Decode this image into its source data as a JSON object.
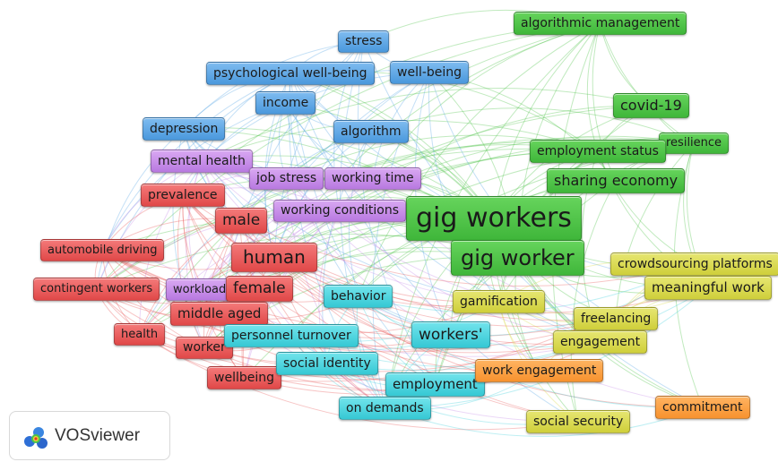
{
  "colors": {
    "green": "#4cc447",
    "blue": "#5aa6e6",
    "purple": "#c58be8",
    "red": "#e85a5a",
    "cyan": "#46d2dc",
    "yellow": "#dada4a",
    "orange": "#fba040"
  },
  "logo": {
    "text": "VOSviewer",
    "icon": "vosviewer-heatmap-icon"
  },
  "nodes": [
    {
      "id": "algorithmic_management",
      "label": "algorithmic management",
      "cluster": "green"
    },
    {
      "id": "covid19",
      "label": "covid-19",
      "cluster": "green"
    },
    {
      "id": "resilience",
      "label": "resilience",
      "cluster": "green"
    },
    {
      "id": "employment_status",
      "label": "employment status",
      "cluster": "green"
    },
    {
      "id": "sharing_economy",
      "label": "sharing economy",
      "cluster": "green"
    },
    {
      "id": "gig_workers",
      "label": "gig workers",
      "cluster": "green"
    },
    {
      "id": "gig_worker",
      "label": "gig worker",
      "cluster": "green"
    },
    {
      "id": "stress",
      "label": "stress",
      "cluster": "blue"
    },
    {
      "id": "psych_wb",
      "label": "psychological well-being",
      "cluster": "blue"
    },
    {
      "id": "well_being",
      "label": "well-being",
      "cluster": "blue"
    },
    {
      "id": "income",
      "label": "income",
      "cluster": "blue"
    },
    {
      "id": "depression",
      "label": "depression",
      "cluster": "blue"
    },
    {
      "id": "algorithm",
      "label": "algorithm",
      "cluster": "blue"
    },
    {
      "id": "mental_health",
      "label": "mental health",
      "cluster": "purple"
    },
    {
      "id": "job_stress",
      "label": "job stress",
      "cluster": "purple"
    },
    {
      "id": "working_time",
      "label": "working time",
      "cluster": "purple"
    },
    {
      "id": "working_conditions",
      "label": "working conditions",
      "cluster": "purple"
    },
    {
      "id": "workload",
      "label": "workload",
      "cluster": "purple"
    },
    {
      "id": "prevalence",
      "label": "prevalence",
      "cluster": "red"
    },
    {
      "id": "male",
      "label": "male",
      "cluster": "red"
    },
    {
      "id": "automobile_driving",
      "label": "automobile driving",
      "cluster": "red"
    },
    {
      "id": "human",
      "label": "human",
      "cluster": "red"
    },
    {
      "id": "contingent_workers",
      "label": "contingent workers",
      "cluster": "red"
    },
    {
      "id": "female",
      "label": "female",
      "cluster": "red"
    },
    {
      "id": "middle_aged",
      "label": "middle aged",
      "cluster": "red"
    },
    {
      "id": "health",
      "label": "health",
      "cluster": "red"
    },
    {
      "id": "worker",
      "label": "worker",
      "cluster": "red"
    },
    {
      "id": "wellbeing",
      "label": "wellbeing",
      "cluster": "red"
    },
    {
      "id": "behavior",
      "label": "behavior",
      "cluster": "cyan"
    },
    {
      "id": "personnel_turnover",
      "label": "personnel turnover",
      "cluster": "cyan"
    },
    {
      "id": "workers_",
      "label": "workers'",
      "cluster": "cyan"
    },
    {
      "id": "social_identity",
      "label": "social identity",
      "cluster": "cyan"
    },
    {
      "id": "employment",
      "label": "employment",
      "cluster": "cyan"
    },
    {
      "id": "on_demands",
      "label": "on demands",
      "cluster": "cyan"
    },
    {
      "id": "crowdsourcing",
      "label": "crowdsourcing platforms",
      "cluster": "yellow"
    },
    {
      "id": "gamification",
      "label": "gamification",
      "cluster": "yellow"
    },
    {
      "id": "meaningful_work",
      "label": "meaningful work",
      "cluster": "yellow"
    },
    {
      "id": "freelancing",
      "label": "freelancing",
      "cluster": "yellow"
    },
    {
      "id": "engagement",
      "label": "engagement",
      "cluster": "yellow"
    },
    {
      "id": "social_security",
      "label": "social security",
      "cluster": "yellow"
    },
    {
      "id": "work_engagement",
      "label": "work engagement",
      "cluster": "orange"
    },
    {
      "id": "commitment",
      "label": "commitment",
      "cluster": "orange"
    }
  ]
}
